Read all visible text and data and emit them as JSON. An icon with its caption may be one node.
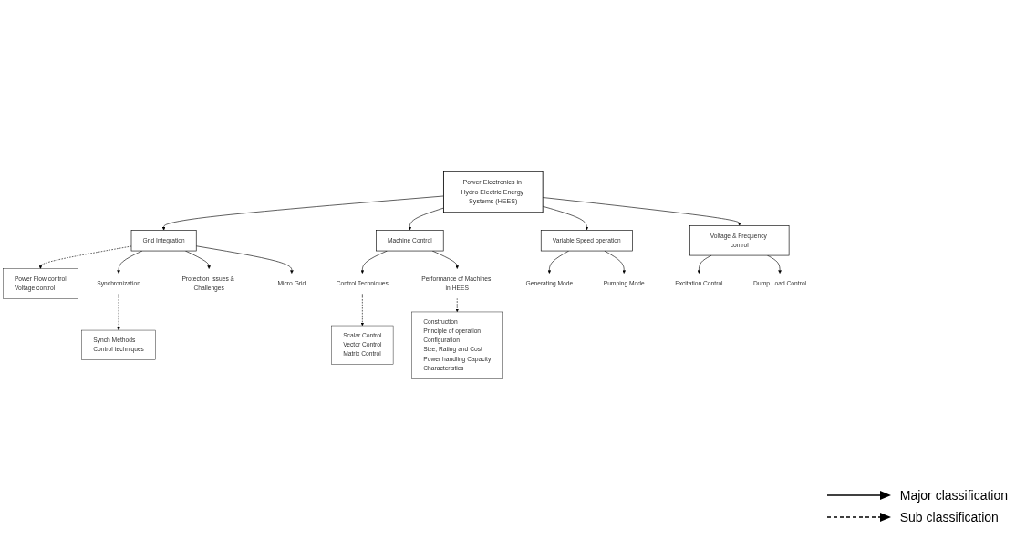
{
  "diagram": {
    "nodes": [
      {
        "text": [
          "Power Electronics in Hydro Electric Energy Systems (HEES)"
        ]
      },
      {
        "text": [
          "Grid Integration"
        ]
      },
      {
        "text": [
          "Machine Control"
        ]
      },
      {
        "text": [
          "Variable Speed operation"
        ]
      },
      {
        "text": [
          "Voltage & Frequency control"
        ]
      },
      {
        "text": [
          "Power Flow control",
          "Voltage control"
        ]
      },
      {
        "text": [
          "Synchronization"
        ]
      },
      {
        "text": [
          "Synch Methods",
          "Control techniques"
        ]
      },
      {
        "text": [
          "Protection Issues & Challenges"
        ]
      },
      {
        "text": [
          "Micro Grid"
        ]
      },
      {
        "text": [
          "Control Techniques"
        ]
      },
      {
        "text": [
          "Scalar Control",
          "Vector Control",
          "Matrix Control"
        ]
      },
      {
        "text": [
          "Performance of Machines in HEES"
        ]
      },
      {
        "text": [
          "Construction",
          "Principle of operation",
          "Configuration",
          "Size, Rating and Cost",
          "Power handling Capacity",
          "Characteristics"
        ]
      },
      {
        "text": [
          "Generating Mode"
        ]
      },
      {
        "text": [
          "Pumping Mode"
        ]
      },
      {
        "text": [
          "Excitation Control"
        ]
      },
      {
        "text": [
          "Dump Load Control"
        ]
      }
    ],
    "edges": [
      {
        "from": 0,
        "to": 1,
        "arrow": "to"
      },
      {
        "from": 0,
        "to": 2,
        "arrow": "to"
      },
      {
        "from": 0,
        "to": 3,
        "arrow": "to"
      },
      {
        "from": 0,
        "to": 4,
        "arrow": "to"
      },
      {
        "from": 1,
        "to": 5,
        "arrow": "to",
        "style": "dashed"
      },
      {
        "from": 1,
        "to": 6,
        "arrow": "to"
      },
      {
        "from": 6,
        "to": 7,
        "arrow": "to",
        "style": "dashed"
      },
      {
        "from": 1,
        "to": 8,
        "arrow": "to"
      },
      {
        "from": 1,
        "to": 9,
        "arrow": "to"
      },
      {
        "from": 2,
        "to": 10,
        "arrow": "to"
      },
      {
        "from": 10,
        "to": 11,
        "arrow": "to",
        "style": "dashed"
      },
      {
        "from": 2,
        "to": 12,
        "arrow": "to"
      },
      {
        "from": 12,
        "to": 13,
        "arrow": "to",
        "style": "dashed"
      },
      {
        "from": 3,
        "to": 14,
        "arrow": "to"
      },
      {
        "from": 3,
        "to": 15,
        "arrow": "to"
      },
      {
        "from": 4,
        "to": 16,
        "arrow": "to"
      },
      {
        "from": 4,
        "to": 17,
        "arrow": "to"
      }
    ],
    "legend": [
      {
        "text": "Major classification"
      },
      {
        "text": "Sub classification"
      }
    ]
  }
}
